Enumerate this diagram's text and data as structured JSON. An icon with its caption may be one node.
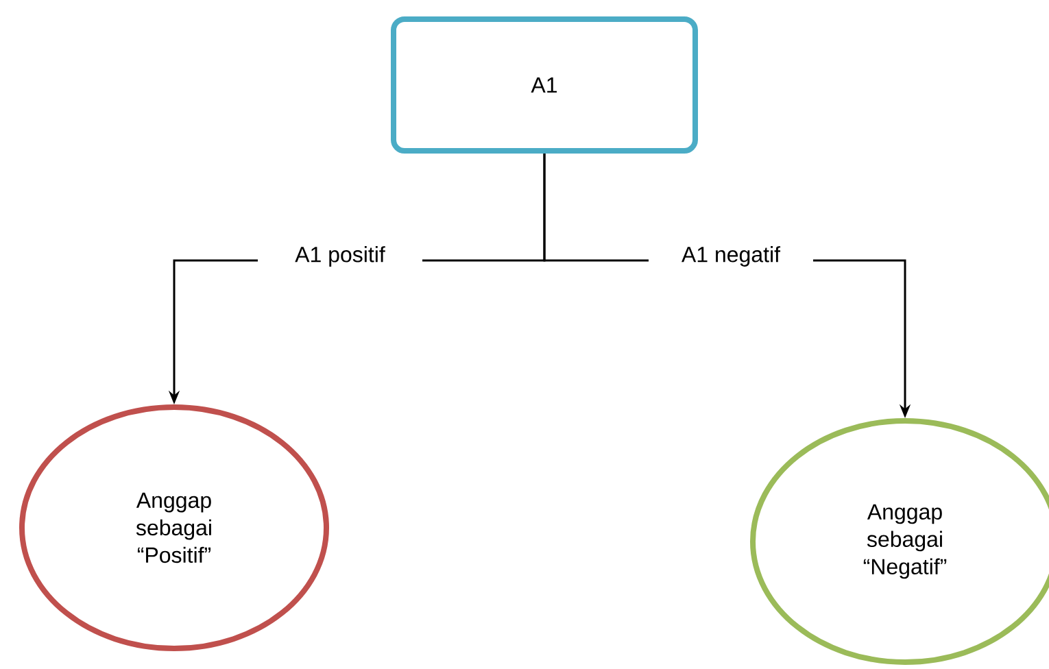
{
  "diagram": {
    "nodes": [
      {
        "text": [
          "A1"
        ]
      },
      {
        "text": [
          "Anggap sebagai “Positif”"
        ]
      },
      {
        "text": [
          "Anggap sebagai “Negatif”"
        ]
      }
    ],
    "edges": [
      {
        "from": 0,
        "to": 1,
        "arrow": "to",
        "label": "A1 positif"
      },
      {
        "from": 0,
        "to": 2,
        "arrow": "to",
        "label": "A1 negatif"
      }
    ]
  }
}
